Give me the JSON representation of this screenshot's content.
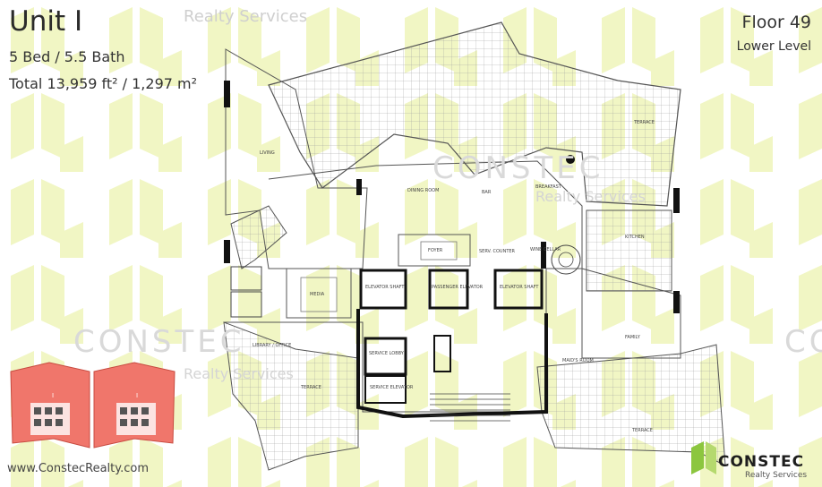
{
  "unit": {
    "title": "Unit I",
    "bed_bath": "5 Bed / 5.5 Bath",
    "total": "Total 13,959 ft² / 1,297 m²"
  },
  "floor": {
    "number": "Floor 49",
    "level": "Lower Level"
  },
  "website": "www.ConstecRealty.com",
  "watermarks": {
    "realty_services": "Realty Services",
    "brand": "CONSTEC"
  },
  "logo": {
    "name": "CONSTEC",
    "tagline": "Realty Services"
  },
  "keyplan_label": "I",
  "rooms": {
    "living": "LIVING",
    "dining": "DINING ROOM",
    "bar": "BAR",
    "breakfast": "BREAKFAST",
    "terrace_top": "TERRACE",
    "kitchen": "KITCHEN",
    "foyer": "FOYER",
    "serv_counter": "SERV. COUNTER",
    "wine_cellar": "WINE CELLAR",
    "media": "MEDIA",
    "elevator_shaft_left": "ELEVATOR SHAFT",
    "passenger_elevator": "PASSENGER ELEVATOR",
    "elevator_shaft_right": "ELEVATOR SHAFT",
    "library": "LIBRARY / OFFICE",
    "service_lobby": "SERVICE LOBBY",
    "service_elevator": "SERVICE ELEVATOR",
    "family": "FAMILY",
    "maids_room": "MAID'S ROOM",
    "terrace_left": "TERRACE",
    "terrace_right": "TERRACE"
  },
  "colors": {
    "watermark_green": "#f1f6c4",
    "keyplan_red": "#f0766b",
    "logo_green": "#8cc63f",
    "wall": "#111111"
  }
}
